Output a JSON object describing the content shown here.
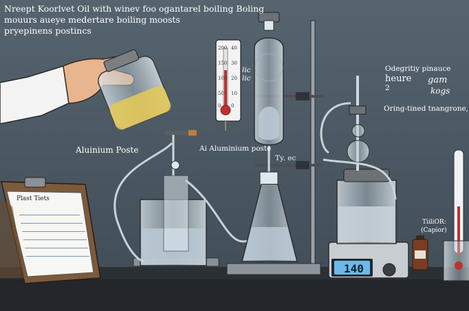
{
  "caption": {
    "line1": "Nreept Koorlvet Oil with winev foo ogantarel boiling Boling",
    "line2": "mouurs aueye medertare boiling moosts",
    "line3": "pryepinens postincs"
  },
  "labels": {
    "aluminium_left": "Aluinium Poste",
    "aluminium_mid": "Ai Aluminium poste",
    "flask_tag": "Ty. ec",
    "thermo_tick_a": "lic",
    "thermo_tick_b": "lic",
    "right_title": "Odegritiy pinauce",
    "right_heure": "heure",
    "right_num": "2",
    "right_gam": "gam",
    "right_kogs": "kogs",
    "right_sub": "Oring-tined tnangrone,",
    "bottle_label": "TiiliOR:",
    "bottle_sub": "(Capior)",
    "clipboard_title": "Plast Tiets"
  },
  "hotplate": {
    "display_value": "140"
  },
  "thermometer": {
    "scale_left": [
      "200",
      "150",
      "100",
      "50",
      "0"
    ],
    "scale_right": [
      "40",
      "30",
      "20",
      "10",
      "0"
    ]
  },
  "colors": {
    "wall": "#4a5864",
    "bench": "#2f3439",
    "glass": "#c9d6dc",
    "liquid_oil": "#e2c85a",
    "mercury": "#c0302e",
    "display": "#6fb7e8"
  }
}
